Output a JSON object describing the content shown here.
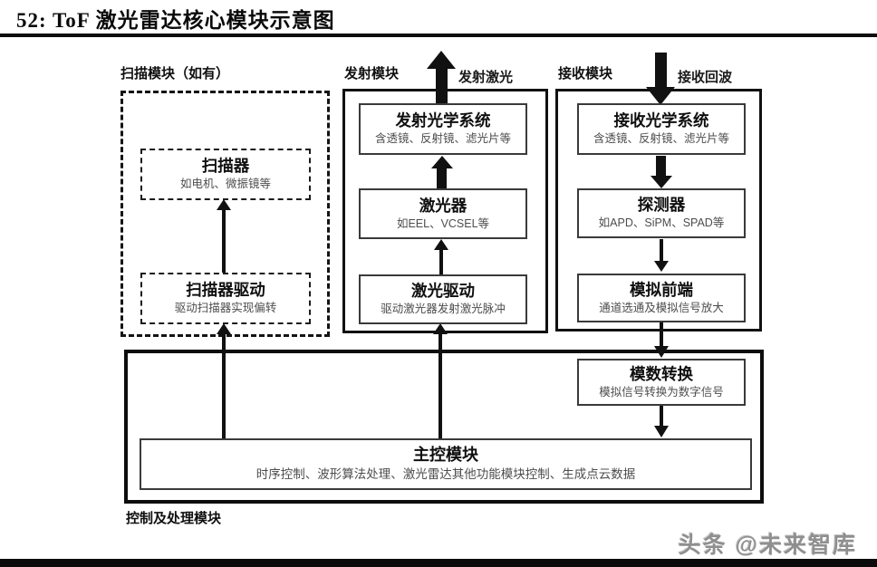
{
  "page": {
    "title": "52:  ToF 激光雷达核心模块示意图",
    "watermark": "头条 @未来智库"
  },
  "colors": {
    "ink": "#111111",
    "subtitle_text": "#4d4d4d",
    "watermark_gray": "#8f8f8f",
    "background": "#ffffff"
  },
  "diagram": {
    "scan_module": {
      "label": "扫描模块（如有）",
      "scanner": {
        "title": "扫描器",
        "subtitle": "如电机、微振镜等"
      },
      "scanner_driver": {
        "title": "扫描器驱动",
        "subtitle": "驱动扫描器实现偏转"
      }
    },
    "emit_module": {
      "label": "发射模块",
      "arrow_label": "发射激光",
      "optics": {
        "title": "发射光学系统",
        "subtitle": "含透镜、反射镜、滤光片等"
      },
      "laser": {
        "title": "激光器",
        "subtitle": "如EEL、VCSEL等"
      },
      "laser_driver": {
        "title": "激光驱动",
        "subtitle": "驱动激光器发射激光脉冲"
      }
    },
    "receive_module": {
      "label": "接收模块",
      "arrow_label": "接收回波",
      "optics": {
        "title": "接收光学系统",
        "subtitle": "含透镜、反射镜、滤光片等"
      },
      "detector": {
        "title": "探测器",
        "subtitle": "如APD、SiPM、SPAD等"
      },
      "afe": {
        "title": "模拟前端",
        "subtitle": "通道选通及模拟信号放大"
      }
    },
    "control_module": {
      "label": "控制及处理模块",
      "adc": {
        "title": "模数转换",
        "subtitle": "模拟信号转换为数字信号"
      },
      "main": {
        "title": "主控模块",
        "subtitle": "时序控制、波形算法处理、激光雷达其他功能模块控制、生成点云数据"
      }
    }
  }
}
